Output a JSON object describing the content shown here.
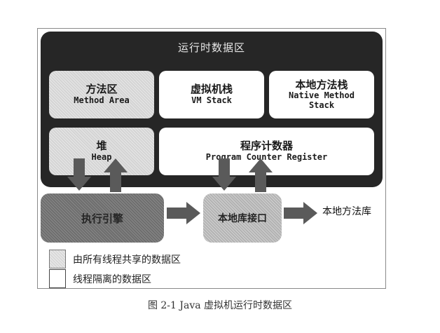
{
  "diagram": {
    "runtime_area": {
      "title": "运行时数据区",
      "blocks": [
        {
          "id": "method-area",
          "zh": "方法区",
          "en": "Method Area",
          "kind": "shared"
        },
        {
          "id": "vm-stack",
          "zh": "虚拟机栈",
          "en": "VM Stack",
          "kind": "isolated"
        },
        {
          "id": "native-method-stack",
          "zh": "本地方法栈",
          "en": "Native Method Stack",
          "en_lines": [
            "Native Method",
            "Stack"
          ],
          "kind": "isolated"
        },
        {
          "id": "heap",
          "zh": "堆",
          "en": "Heap",
          "kind": "shared"
        },
        {
          "id": "program-counter",
          "zh": "程序计数器",
          "en": "Program Counter Register",
          "kind": "isolated"
        }
      ]
    },
    "execution_engine": {
      "label": "执行引擎"
    },
    "native_interface": {
      "label": "本地库接口"
    },
    "native_library": {
      "label": "本地方法库"
    },
    "edges": [
      {
        "from": "运行时数据区",
        "to": "执行引擎",
        "direction": "down"
      },
      {
        "from": "执行引擎",
        "to": "运行时数据区",
        "direction": "up"
      },
      {
        "from": "运行时数据区",
        "to": "本地库接口",
        "direction": "down"
      },
      {
        "from": "本地库接口",
        "to": "运行时数据区",
        "direction": "up"
      },
      {
        "from": "执行引擎",
        "to": "本地库接口",
        "direction": "right"
      },
      {
        "from": "本地库接口",
        "to": "本地方法库",
        "direction": "right"
      }
    ],
    "legend": [
      {
        "swatch": "shared-gray",
        "label": "由所有线程共享的数据区"
      },
      {
        "swatch": "white",
        "label": "线程隔离的数据区"
      }
    ],
    "caption": "图 2-1   Java 虚拟机运行时数据区",
    "partial_text_below": "…"
  },
  "colors": {
    "runtime_bg": "#262626",
    "shared_fill": "#d4d4d4",
    "engine_fill": "#6e6e6e",
    "interface_fill": "#b3b3b3",
    "arrow_fill": "#5a5a5a"
  }
}
